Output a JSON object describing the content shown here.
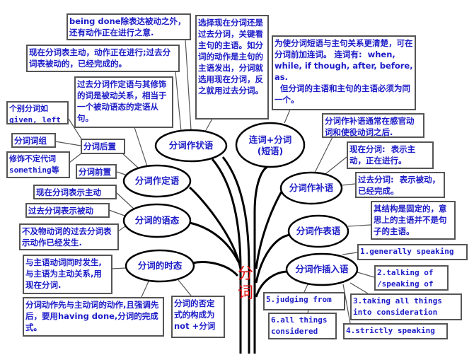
{
  "title": "分词",
  "nodes": {
    "adverbial": "分词作状语",
    "conjunction": "连词+分词\n(短语)",
    "attributive": "分词作定语",
    "complement": "分词作补语",
    "voice": "分词的语态",
    "predicative": "分词作表语",
    "tense": "分词的时态",
    "parenthesis": "分词作插入语"
  },
  "notes": {
    "being_done": "being done除表达被动之外，还有动作正在进行之意.",
    "choose": "选择现在分词还是过去分词，关键看主句的主语。如分词的动作是主句的主语发出，分词就选用现在分词，反之就用过去分词。",
    "present_past": "现在分词表主动，动作正在进行;过去分词表被动的，已经完成的。",
    "past_attr": "过去分词作定语与其修饰的词是被动关系，相当于一个被动语态的定语从句。",
    "individual": "个别分词如\ngiven, left",
    "phrase": "分词词组",
    "post": "分词后置",
    "indef": "修饰不定代词\nsomething等",
    "pre": "分词前置",
    "active": "现在分词表示主动",
    "passive": "过去分词表示被动",
    "intrans": "不及物动词的过去分词表示动作已经发生.",
    "simultaneous": "与主语动词同时发生,与主语为主动关系,用现在分词.",
    "perfect": "分词动作先与主动词的动作,且强调先后，要用having done,分词的完成式。",
    "negative": "分词的否定式的构成为\nnot +分词",
    "conj_note": "为使分词短语与主句关系更清楚，可在分词前加连词。 连词有:  when, while, if though, after, before, as.\n  但分词的主语和主句的主语必须为同一个。",
    "comp_note": "分词作补语通常在感官动词和使役动词之后.",
    "comp_present": "现在分词:  表示主动，正在进行。",
    "comp_past": "过去分词:  表示被动，已经完成。",
    "pred_note": "其结构是固定的，意思上的主语并不是句子的主语。",
    "p1": "1.generally speaking",
    "p2": "2.talking of\n/speaking of",
    "p3": "3.taking all things\ninto consideration",
    "p4": "4.strictly speaking",
    "p5": "5.judging from",
    "p6": "6.all things\nconsidered"
  },
  "colors": {
    "text": "#1c1cc8",
    "center": "#e01010",
    "border": "#555555"
  }
}
